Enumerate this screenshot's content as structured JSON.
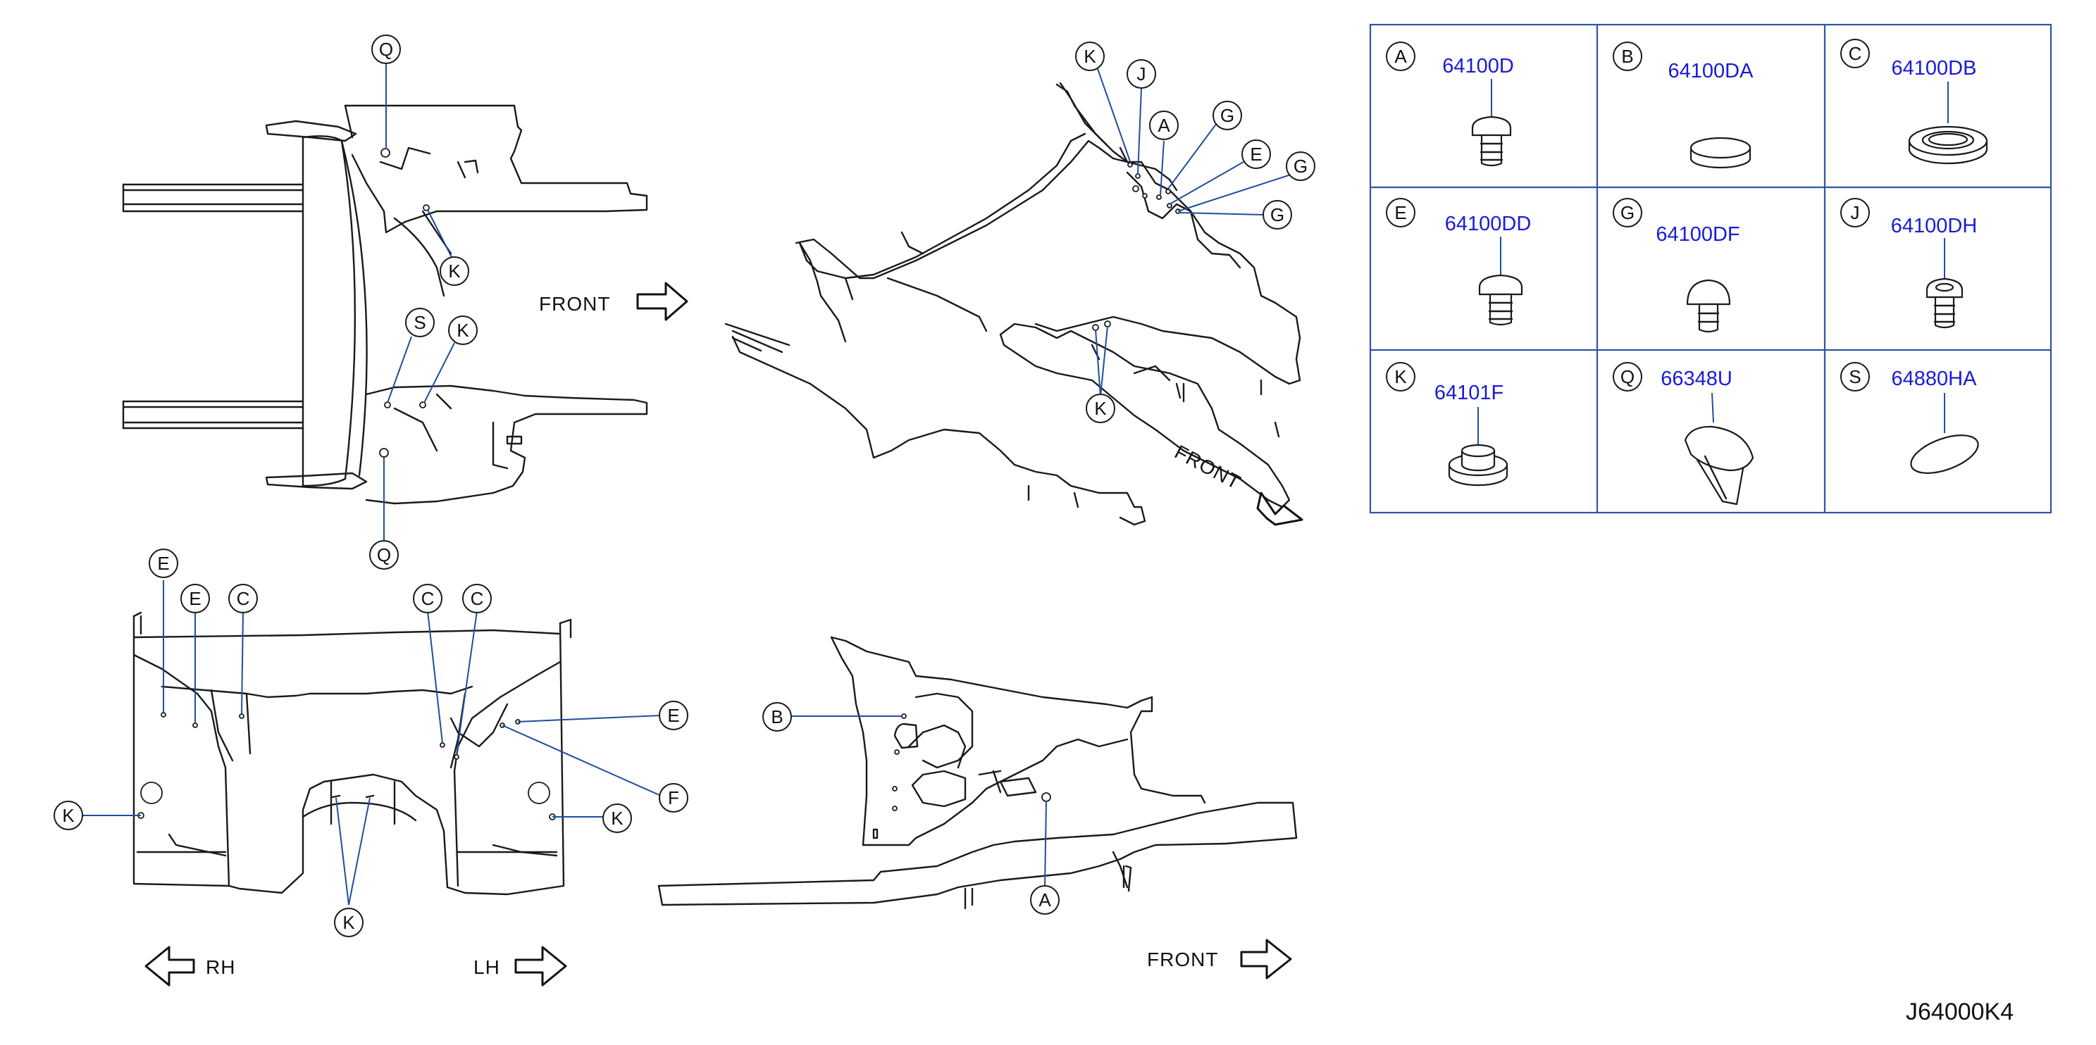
{
  "diagram_code": "J64000K4",
  "direction_labels": {
    "front_1": "FRONT",
    "front_2": "FRONT",
    "front_3": "FRONT",
    "rh": "RH",
    "lh": "LH"
  },
  "callouts": [
    {
      "id": "c1",
      "letter": "Q"
    },
    {
      "id": "c2",
      "letter": "K"
    },
    {
      "id": "c3",
      "letter": "S"
    },
    {
      "id": "c4",
      "letter": "K"
    },
    {
      "id": "c5",
      "letter": "Q"
    },
    {
      "id": "c6",
      "letter": "K"
    },
    {
      "id": "c7",
      "letter": "J"
    },
    {
      "id": "c8",
      "letter": "A"
    },
    {
      "id": "c9",
      "letter": "G"
    },
    {
      "id": "c10",
      "letter": "E"
    },
    {
      "id": "c11",
      "letter": "G"
    },
    {
      "id": "c12",
      "letter": "G"
    },
    {
      "id": "c13",
      "letter": "K"
    },
    {
      "id": "c14",
      "letter": "E"
    },
    {
      "id": "c15",
      "letter": "E"
    },
    {
      "id": "c16",
      "letter": "C"
    },
    {
      "id": "c17",
      "letter": "C"
    },
    {
      "id": "c18",
      "letter": "C"
    },
    {
      "id": "c19",
      "letter": "E"
    },
    {
      "id": "c20",
      "letter": "F"
    },
    {
      "id": "c21",
      "letter": "K"
    },
    {
      "id": "c22",
      "letter": "K"
    },
    {
      "id": "c23",
      "letter": "K"
    },
    {
      "id": "c24",
      "letter": "B"
    },
    {
      "id": "c25",
      "letter": "A"
    }
  ],
  "parts_table": [
    {
      "letter": "A",
      "part_number": "64100D",
      "shape": "push-clip"
    },
    {
      "letter": "B",
      "part_number": "64100DA",
      "shape": "flat-plug"
    },
    {
      "letter": "C",
      "part_number": "64100DB",
      "shape": "grommet-ring"
    },
    {
      "letter": "E",
      "part_number": "64100DD",
      "shape": "push-clip"
    },
    {
      "letter": "G",
      "part_number": "64100DF",
      "shape": "dome-clip"
    },
    {
      "letter": "J",
      "part_number": "64100DH",
      "shape": "push-clip"
    },
    {
      "letter": "K",
      "part_number": "64101F",
      "shape": "stepped-plug"
    },
    {
      "letter": "Q",
      "part_number": "66348U",
      "shape": "oval-grommet"
    },
    {
      "letter": "S",
      "part_number": "64880HA",
      "shape": "oval-seal"
    }
  ],
  "colors": {
    "leader": "#1e4f9c",
    "part_number": "#1a1ad8",
    "grid": "#2d55a3",
    "line": "#1a1a1a"
  }
}
